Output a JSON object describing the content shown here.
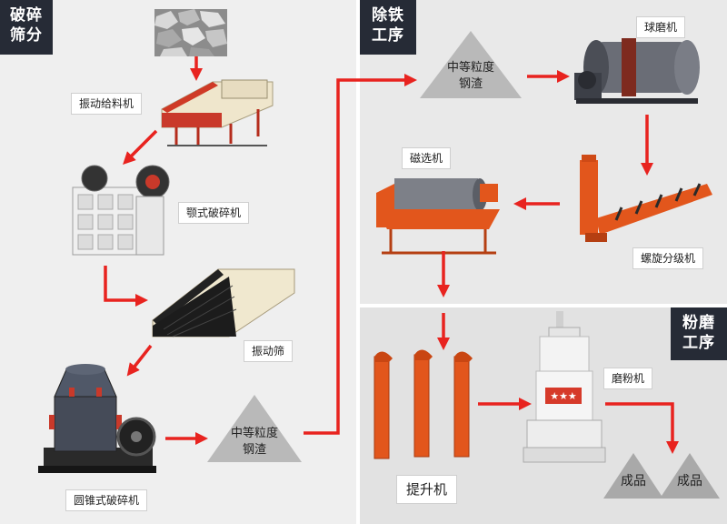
{
  "stages": {
    "crushing": "破碎\n筛分",
    "iron_removal": "除铁\n工序",
    "milling": "粉磨\n工序"
  },
  "labels": {
    "vibrating_feeder": "振动给料机",
    "jaw_crusher": "颚式破碎机",
    "vibrating_screen": "振动筛",
    "cone_crusher": "圆锥式破碎机",
    "ball_mill": "球磨机",
    "magnetic_separator": "磁选机",
    "spiral_classifier": "螺旋分级机",
    "bucket_elevator": "提升机",
    "grinding_mill": "磨粉机"
  },
  "piles": {
    "slag_bottom": "中等粒度\n钢渣",
    "slag_top": "中等粒度\n钢渣",
    "product1": "成品",
    "product2": "成品"
  },
  "colors": {
    "arrow": "#e8231f",
    "tag_bg": "#262b36",
    "panel_gray": "#ececec",
    "pile_gray": "#b9b9b9",
    "machine_orange": "#e2561c"
  }
}
